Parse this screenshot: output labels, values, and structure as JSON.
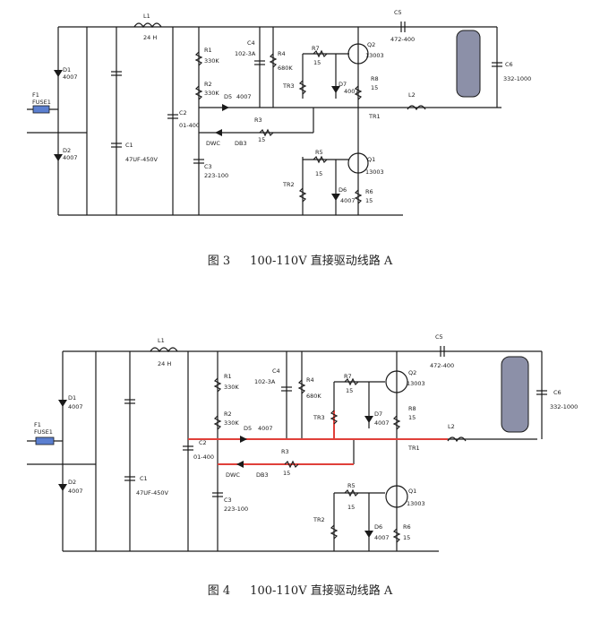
{
  "figures": [
    {
      "caption_num": "图 3",
      "caption_text": "100-110V 直接驱动线路 A",
      "labels": {
        "F1": "F1",
        "FUSE1": "FUSE1",
        "D1": "D1",
        "D1v": "4007",
        "D2": "D2",
        "D2v": "4007",
        "L1": "L1",
        "L1v": "24 H",
        "C1": "C1",
        "C1v": "47UF-450V",
        "C2": "C2",
        "C2v": "01-400",
        "C3": "C3",
        "C3v": "223-100",
        "C4": "C4",
        "C4v": "102-3A",
        "C5": "C5",
        "C5v": "472-400",
        "C6": "C6",
        "C6v": "332-1000",
        "R1": "R1",
        "R1v": "330K",
        "R2": "R2",
        "R2v": "330K",
        "R3": "R3",
        "R3v": "15",
        "R4": "R4",
        "R4v": "680K",
        "R5": "R5",
        "R5v": "15",
        "R6": "R6",
        "R6v": "15",
        "R7": "R7",
        "R7v": "15",
        "R8": "R8",
        "R8v": "15",
        "D5": "D5",
        "D5v": "4007",
        "D6": "D6",
        "D6v": "4007",
        "D7": "D7",
        "D7v": "4007",
        "DWC": "DWC",
        "DB3": "DB3",
        "Q1": "Q1",
        "Q1v": "13003",
        "Q2": "Q2",
        "Q2v": "13003",
        "TR1": "TR1",
        "TR2": "TR2",
        "TR3": "TR3",
        "L2": "L2"
      }
    },
    {
      "caption_num": "图 4",
      "caption_text": "100-110V 直接驱动线路 A",
      "highlight_color": "#e0403a",
      "labels": {
        "F1": "F1",
        "FUSE1": "FUSE1",
        "D1": "D1",
        "D1v": "4007",
        "D2": "D2",
        "D2v": "4007",
        "L1": "L1",
        "L1v": "24 H",
        "C1": "C1",
        "C1v": "47UF-450V",
        "C2": "C2",
        "C2v": "01-400",
        "C3": "C3",
        "C3v": "223-100",
        "C4": "C4",
        "C4v": "102-3A",
        "C5": "C5",
        "C5v": "472-400",
        "C6": "C6",
        "C6v": "332-1000",
        "R1": "R1",
        "R1v": "330K",
        "R2": "R2",
        "R2v": "330K",
        "R3": "R3",
        "R3v": "15",
        "R4": "R4",
        "R4v": "680K",
        "R5": "R5",
        "R5v": "15",
        "R6": "R6",
        "R6v": "15",
        "R7": "R7",
        "R7v": "15",
        "R8": "R8",
        "R8v": "15",
        "D5": "D5",
        "D5v": "4007",
        "D6": "D6",
        "D6v": "4007",
        "D7": "D7",
        "D7v": "4007",
        "DWC": "DWC",
        "DB3": "DB3",
        "Q1": "Q1",
        "Q1v": "13003",
        "Q2": "Q2",
        "Q2v": "13003",
        "TR1": "TR1",
        "TR2": "TR2",
        "TR3": "TR3",
        "L2": "L2"
      }
    }
  ]
}
